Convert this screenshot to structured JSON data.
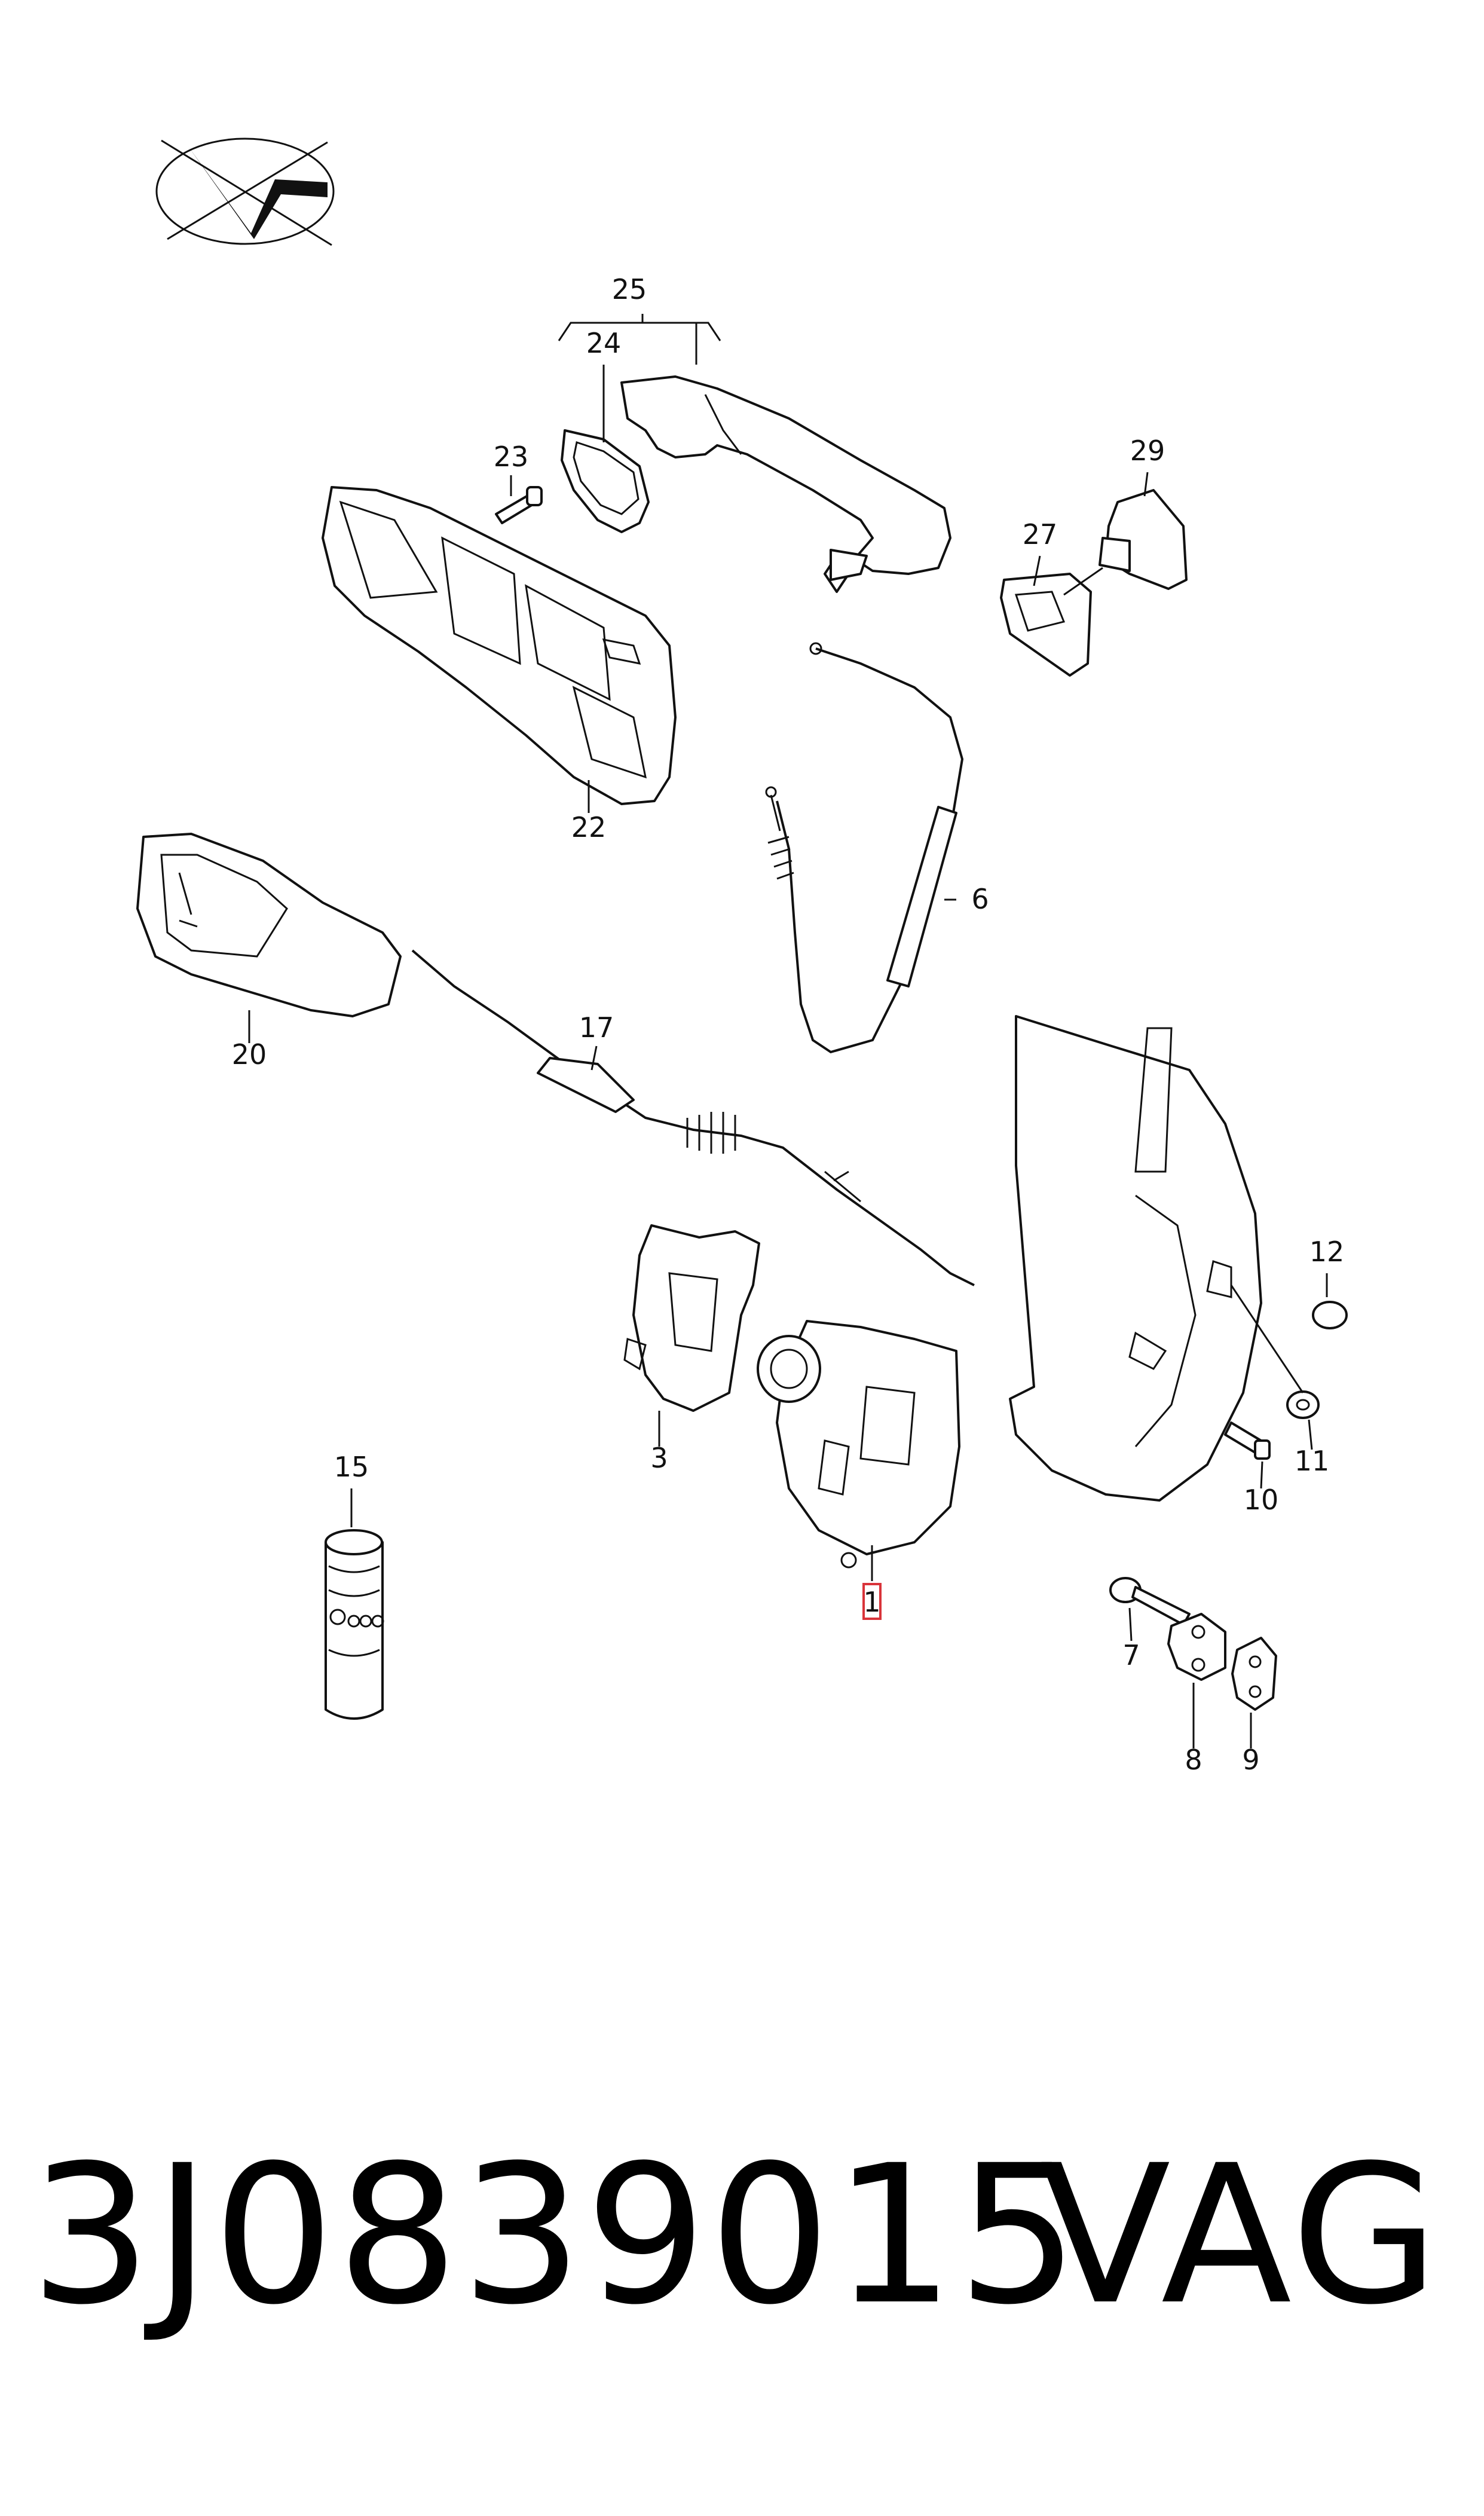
{
  "callouts": {
    "c25": "25",
    "c24": "24",
    "c23": "23",
    "c29": "29",
    "c27": "27",
    "c22": "22",
    "c6": "6",
    "c20": "20",
    "c17": "17",
    "c12": "12",
    "c3": "3",
    "c11": "11",
    "c10": "10",
    "c15": "15",
    "c1": "1",
    "c7": "7",
    "c8": "8",
    "c9": "9"
  },
  "footer": {
    "part_number": "3J0839015",
    "brand": "VAG"
  },
  "colors": {
    "line": "#111111",
    "highlight": "#d9343a",
    "background": "#ffffff"
  }
}
